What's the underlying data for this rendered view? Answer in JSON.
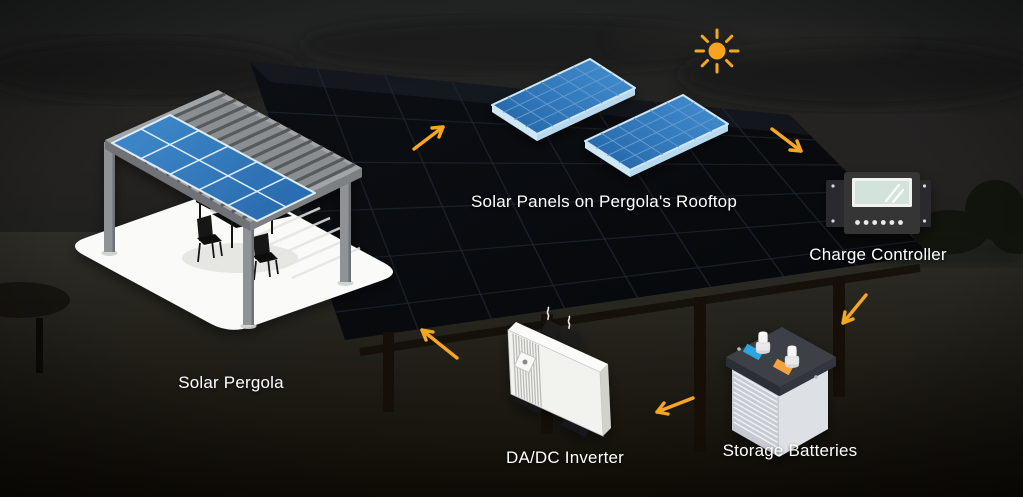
{
  "diagram": {
    "nodes": [
      {
        "id": "solar-pergola",
        "label": "Solar Pergola"
      },
      {
        "id": "solar-panels",
        "label": "Solar Panels on Pergola's Rooftop"
      },
      {
        "id": "charge-controller",
        "label": "Charge Controller"
      },
      {
        "id": "storage-batteries",
        "label": "Storage Batteries"
      },
      {
        "id": "dadc-inverter",
        "label": "DA/DC Inverter"
      }
    ],
    "flow": [
      {
        "from": "solar-pergola",
        "to": "solar-panels"
      },
      {
        "from": "solar-panels",
        "to": "charge-controller"
      },
      {
        "from": "charge-controller",
        "to": "storage-batteries"
      },
      {
        "from": "storage-batteries",
        "to": "dadc-inverter"
      },
      {
        "from": "dadc-inverter",
        "to": "solar-pergola"
      }
    ],
    "icons": [
      {
        "name": "sun-icon",
        "meaning": "sunlight"
      }
    ],
    "colors": {
      "arrow": "#F5A623",
      "sun": "#F9A21D",
      "panel_blue": "#2F78BC",
      "panel_edge": "#CFE8F6",
      "battery_blue_patch": "#2AA7E0",
      "battery_orange_patch": "#F2A33C",
      "label_text": "#FFFFFF"
    }
  }
}
